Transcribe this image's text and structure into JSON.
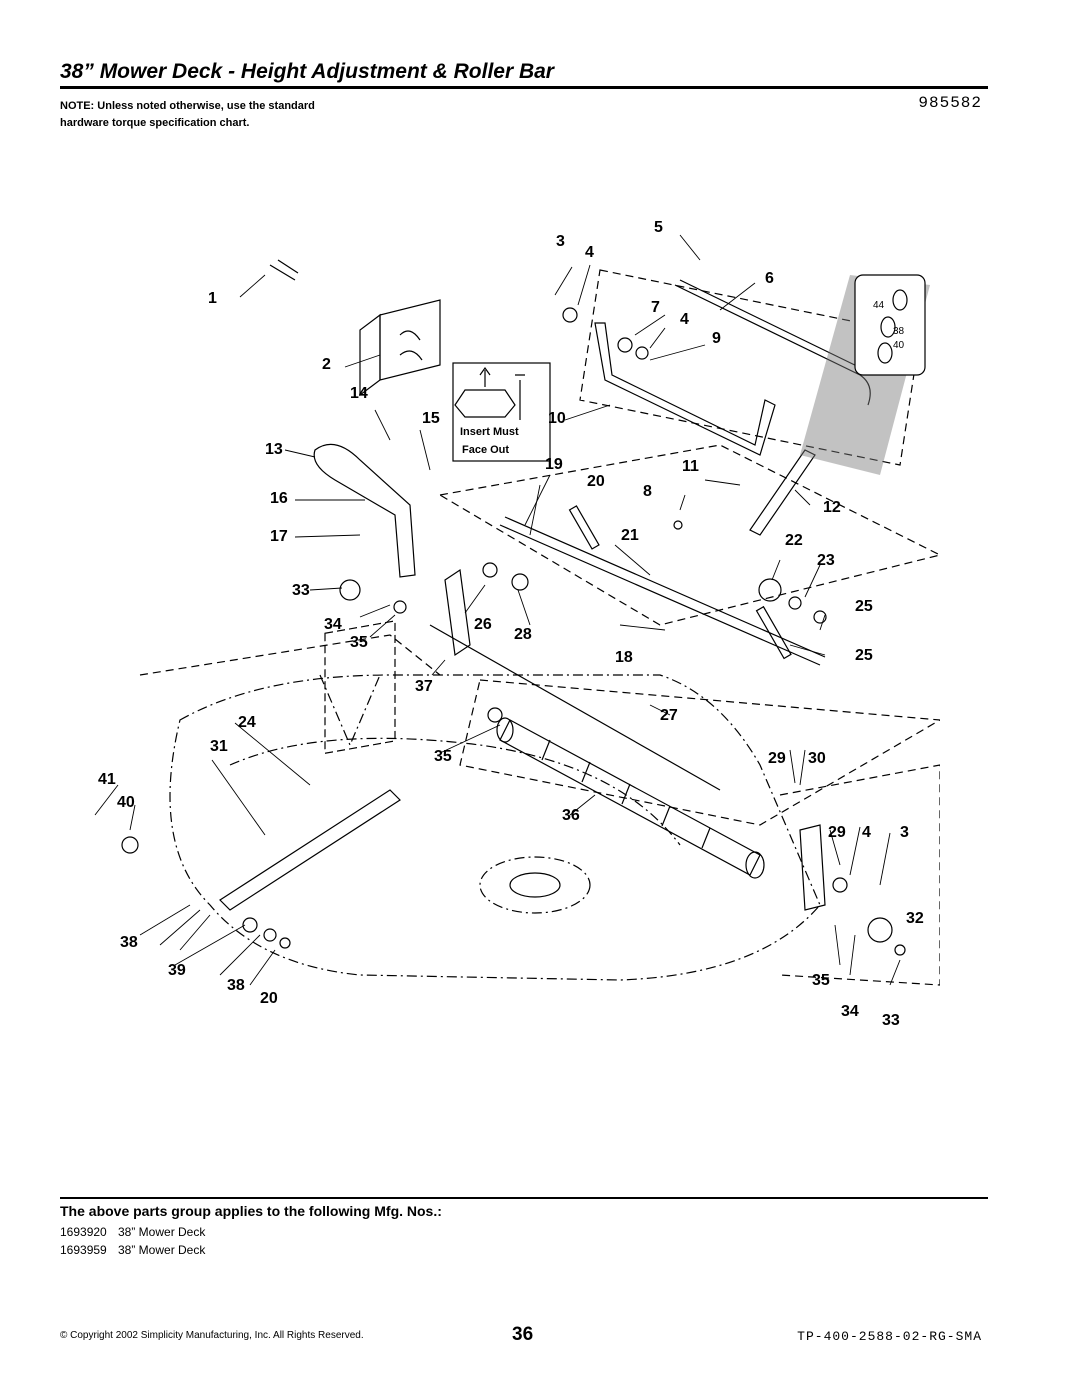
{
  "header": {
    "title": "38” Mower Deck - Height Adjustment & Roller Bar",
    "drawing_number": "985582",
    "note": "NOTE: Unless noted otherwise, use the standard hardware torque specification chart."
  },
  "diagram": {
    "insert_label_line1": "Insert Must",
    "insert_label_line2": "Face Out",
    "callouts": [
      "1",
      "2",
      "3",
      "4",
      "5",
      "6",
      "7",
      "4",
      "9",
      "10",
      "11",
      "8",
      "12",
      "13",
      "14",
      "15",
      "16",
      "17",
      "19",
      "20",
      "21",
      "22",
      "23",
      "33",
      "34",
      "35",
      "26",
      "28",
      "18",
      "25",
      "25",
      "37",
      "27",
      "24",
      "31",
      "35",
      "29",
      "30",
      "41",
      "40",
      "36",
      "29",
      "4",
      "3",
      "32",
      "38",
      "39",
      "38",
      "20",
      "35",
      "34",
      "33"
    ],
    "detail_callouts": [
      "44",
      "38",
      "40"
    ]
  },
  "applies": {
    "heading": "The above parts group applies to the following Mfg. Nos.:",
    "items": [
      {
        "number": "1693920",
        "description": "38” Mower Deck"
      },
      {
        "number": "1693959",
        "description": "38” Mower Deck"
      }
    ]
  },
  "footer": {
    "copyright": "© Copyright 2002 Simplicity Manufacturing, Inc. All Rights Reserved.",
    "page_number": "36",
    "doc_code": "TP-400-2588-02-RG-SMA"
  }
}
